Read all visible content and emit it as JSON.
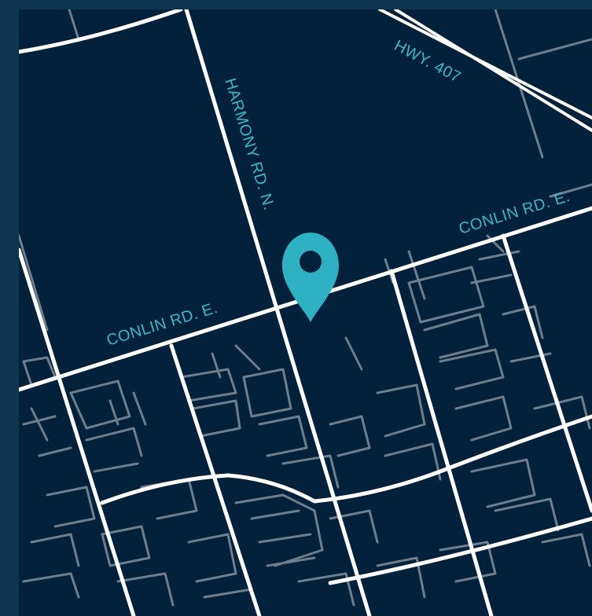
{
  "map": {
    "roads": {
      "highway": "HWY. 407",
      "harmony": "HARMONY RD. N.",
      "conlin_west": "CONLIN RD. E.",
      "conlin_east": "CONLIN RD. E."
    },
    "colors": {
      "background": "#03213a",
      "frame": "#0c3550",
      "major_road": "#ffffff",
      "minor_road": "#6f7e8c",
      "label": "#3cb6c8",
      "pin": "#2fb1c4"
    },
    "marker": {
      "icon": "location-pin-icon"
    }
  }
}
